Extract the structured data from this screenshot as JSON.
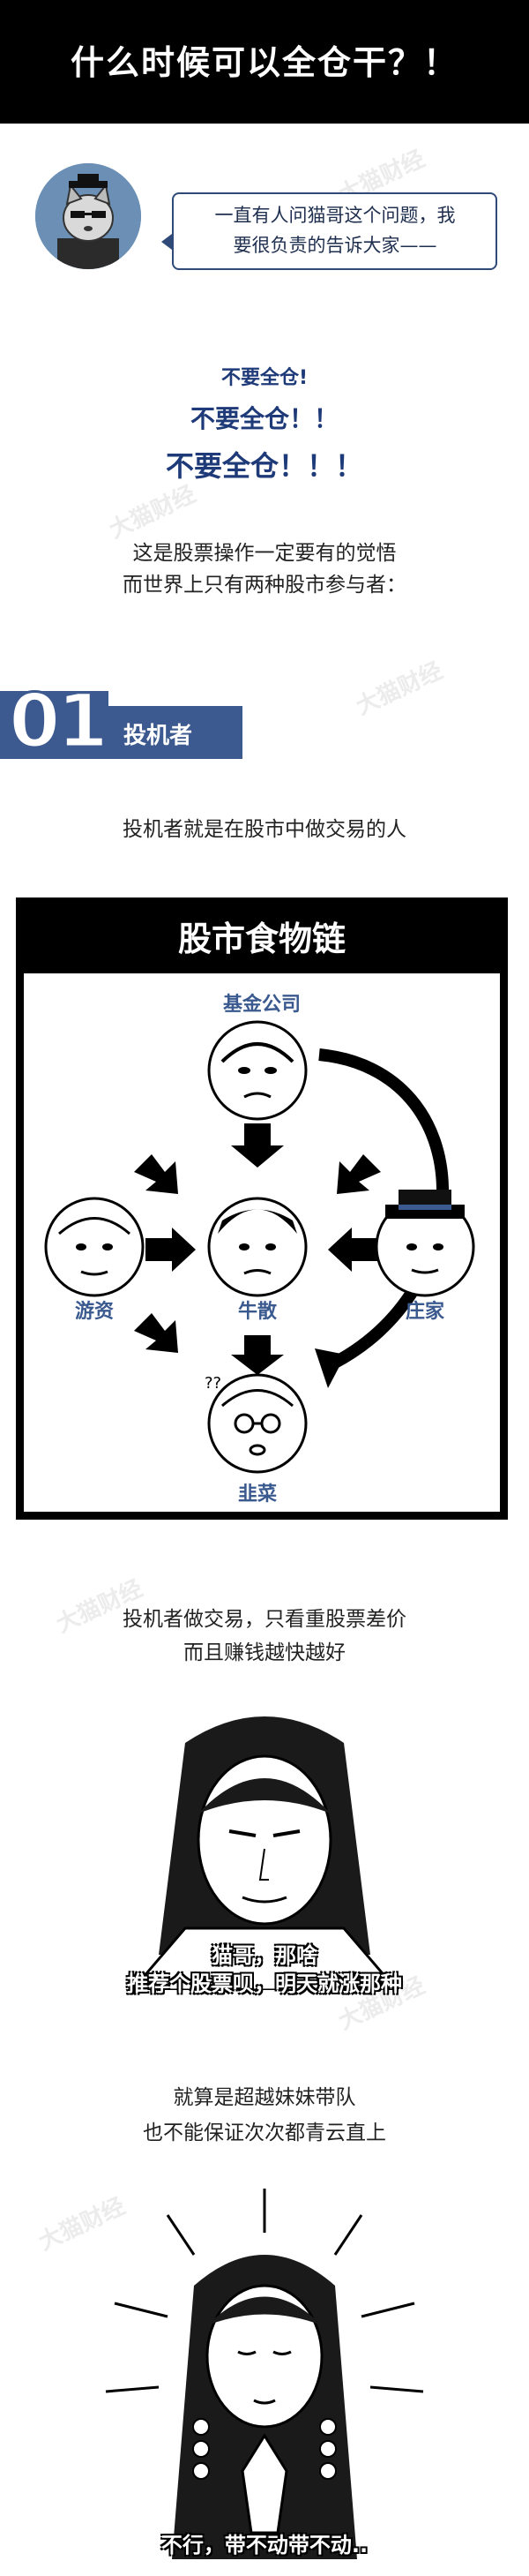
{
  "header": {
    "title": "什么时候可以全仓干？！"
  },
  "intro": {
    "line1": "一直有人问猫哥这个问题，我",
    "line2": "要很负责的告诉大家——"
  },
  "warnings": [
    "不要全仓!",
    "不要全仓！！",
    "不要全仓！！！"
  ],
  "lead": {
    "line1": "这是股票操作一定要有的觉悟",
    "line2": "而世界上只有两种股市参与者："
  },
  "section": {
    "number": "01",
    "label": "投机者"
  },
  "definition": "投机者就是在股市中做交易的人",
  "food_chain": {
    "title": "股市食物链",
    "top": "基金公司",
    "left": "游资",
    "center": "牛散",
    "right": "庄家",
    "bottom": "韭菜"
  },
  "trade": {
    "line1": "投机者做交易，只看重股票差价",
    "line2": "而且赚钱越快越好"
  },
  "caption1": {
    "line1": "猫哥，那啥",
    "line2": "推荐个股票呗，明天就涨那种"
  },
  "sisters": {
    "line1": "就算是超越妹妹带队",
    "line2": "也不能保证次次都青云直上"
  },
  "caption2": "不行，带不动带不动..",
  "watermark": "大猫财经"
}
